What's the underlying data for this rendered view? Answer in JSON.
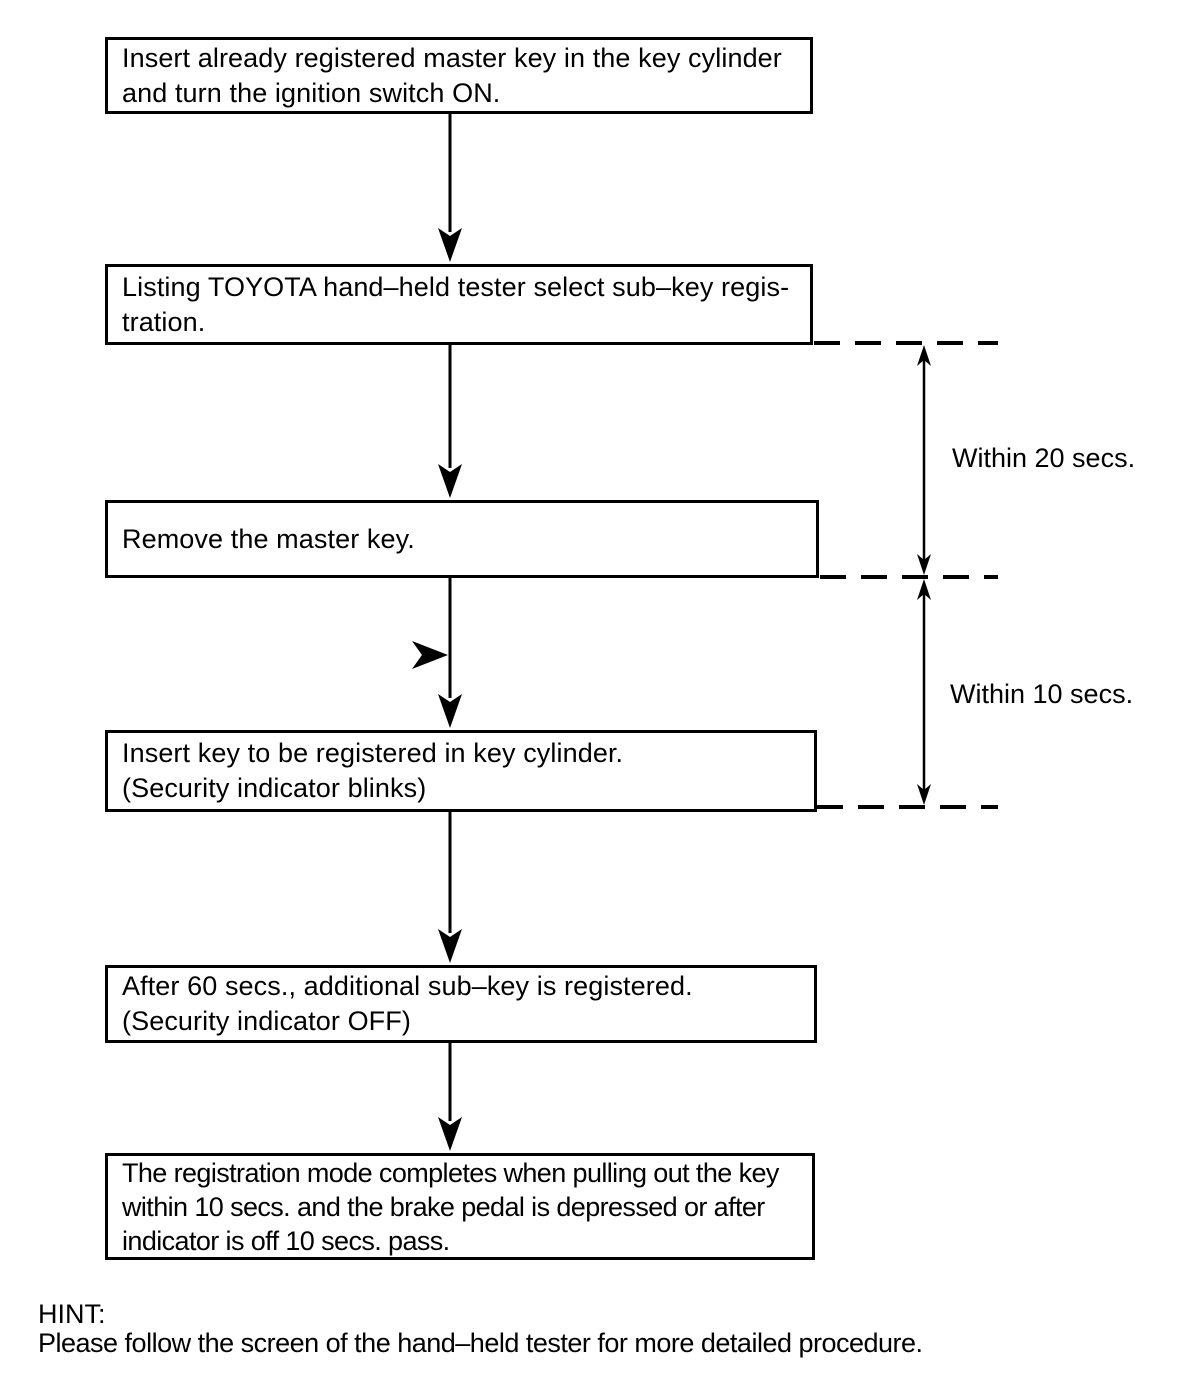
{
  "page": {
    "background_color": "#ffffff",
    "ink_color": "#000000"
  },
  "flowchart": {
    "steps": [
      {
        "lines": [
          "Insert already registered master key in the key cylinder",
          "and turn the ignition switch ON."
        ]
      },
      {
        "lines": [
          "Listing TOYOTA hand–held tester select sub–key regis-",
          "tration."
        ]
      },
      {
        "lines": [
          "Remove the master key."
        ]
      },
      {
        "lines": [
          "Insert key to be registered in key cylinder.",
          "(Security indicator blinks)"
        ]
      },
      {
        "lines": [
          "After 60 secs., additional sub–key is registered.",
          "(Security indicator OFF)"
        ]
      },
      {
        "lines": [
          "The registration mode completes when pulling out the key",
          "within 10 secs. and the brake pedal is depressed or after",
          "indicator is off 10 secs. pass."
        ]
      }
    ],
    "timing_annotations": [
      {
        "label": "Within 20 secs."
      },
      {
        "label": "Within 10 secs."
      }
    ],
    "icons": {
      "down_arrow": "down-arrow",
      "right_merge_arrow": "right-merge-arrow",
      "double_headed_arrow": "double-headed-measure-arrow"
    }
  },
  "hint": {
    "heading": "HINT:",
    "text": "Please follow the screen of the hand–held tester for more detailed procedure."
  }
}
